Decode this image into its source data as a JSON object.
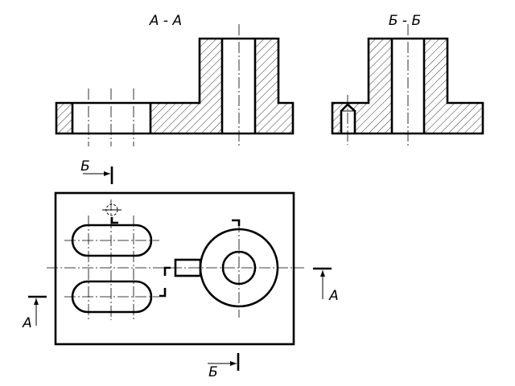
{
  "views": {
    "section_a_title": "А - А",
    "section_b_title": "Б - Б"
  },
  "cut_marks": {
    "b_top": "Б",
    "b_bottom": "Б",
    "a_left": "А",
    "a_right": "А"
  }
}
